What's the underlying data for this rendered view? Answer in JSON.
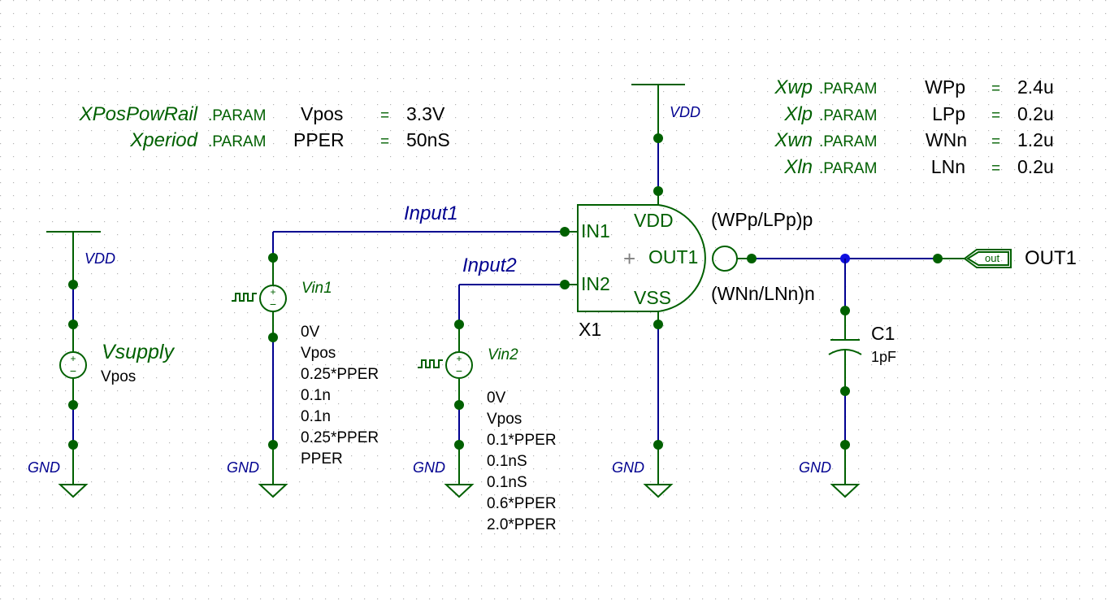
{
  "params": [
    {
      "name": "XPosPowRail",
      "kw": ".PARAM",
      "var": "Vpos",
      "eq": "=",
      "value": "3.3V"
    },
    {
      "name": "Xperiod",
      "kw": ".PARAM",
      "var": "PPER",
      "eq": "=",
      "value": "50nS"
    },
    {
      "name": "Xwp",
      "kw": ".PARAM",
      "var": "WPp",
      "eq": "=",
      "value": "2.4u"
    },
    {
      "name": "Xlp",
      "kw": ".PARAM",
      "var": "LPp",
      "eq": "=",
      "value": "0.2u"
    },
    {
      "name": "Xwn",
      "kw": ".PARAM",
      "var": "WNn",
      "eq": "=",
      "value": "1.2u"
    },
    {
      "name": "Xln",
      "kw": ".PARAM",
      "var": "LNn",
      "eq": "=",
      "value": "0.2u"
    }
  ],
  "net_labels": {
    "vdd": "VDD",
    "gnd": "GND",
    "input1": "Input1",
    "input2": "Input2"
  },
  "vsupply": {
    "name": "Vsupply",
    "value": "Vpos"
  },
  "vin1": {
    "name": "Vin1",
    "params": [
      "0V",
      "Vpos",
      "0.25*PPER",
      "0.1n",
      "0.1n",
      "0.25*PPER",
      "PPER"
    ]
  },
  "vin2": {
    "name": "Vin2",
    "params": [
      "0V",
      "Vpos",
      "0.1*PPER",
      "0.1nS",
      "0.1nS",
      "0.6*PPER",
      "2.0*PPER"
    ]
  },
  "gate": {
    "name": "X1",
    "pins": {
      "in1": "IN1",
      "in2": "IN2",
      "vdd": "VDD",
      "vss": "VSS",
      "out": "OUT1",
      "plus": "+"
    },
    "pmos": "(WPp/LPp)p",
    "nmos": "(WNn/LNn)n"
  },
  "cap": {
    "name": "C1",
    "value": "1pF"
  },
  "output": {
    "port": "out",
    "label": "OUT1"
  },
  "colors": {
    "wire": "#000090",
    "component": "#006000",
    "junction": "#1010e0",
    "grid": "#b4b4b4"
  }
}
